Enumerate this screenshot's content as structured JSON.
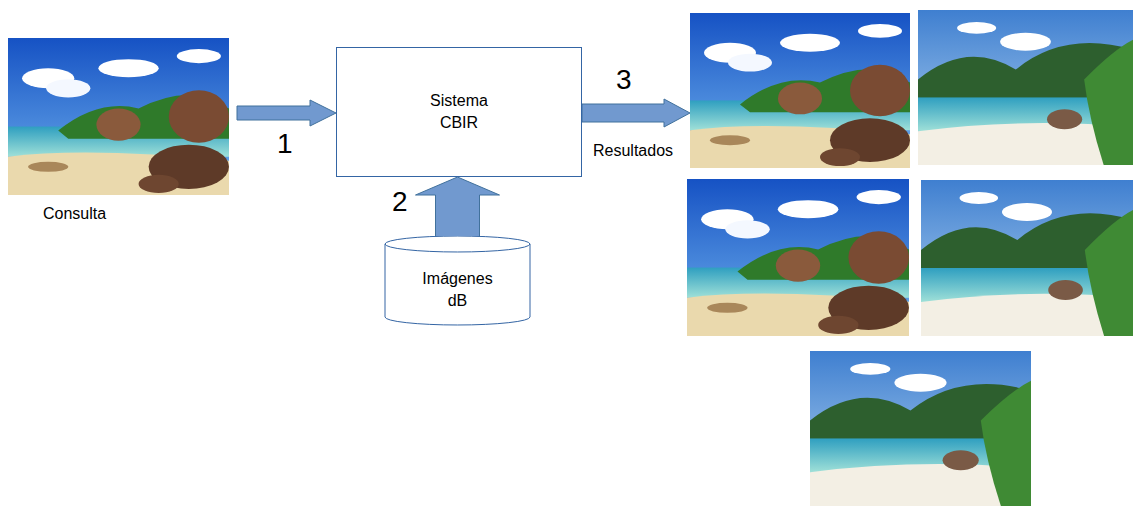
{
  "diagram": {
    "nodes": [
      {
        "text": [
          "Consulta"
        ]
      },
      {
        "text": [
          "Sistema CBIR"
        ]
      },
      {
        "text": [
          "Imágenes dB"
        ]
      }
    ],
    "edges": [
      {
        "from": 0,
        "to": 1,
        "arrow": "to",
        "label": "1"
      },
      {
        "from": 2,
        "to": 1,
        "arrow": "to",
        "label": "2"
      }
    ],
    "labels": [
      "3",
      "Resultados"
    ]
  }
}
